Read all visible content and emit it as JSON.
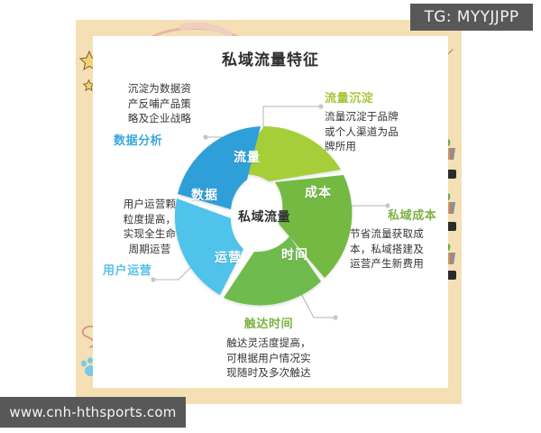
{
  "overlay": {
    "tg_badge": "TG: MYYJJPP",
    "url_watermark": "www.cnh-hthsports.com"
  },
  "poster": {
    "title": "私域流量特征",
    "center_label": "私域流量"
  },
  "chart_data": {
    "type": "pie",
    "title": "私域流量特征",
    "center_label": "私域流量",
    "layout": "donut-aperture",
    "legend": "none",
    "categories": [
      "流量",
      "成本",
      "时间",
      "运营",
      "数据"
    ],
    "values": [
      20,
      20,
      20,
      20,
      20
    ],
    "colors": [
      "#a6ce39",
      "#73b943",
      "#6fbb4e",
      "#4fc3ea",
      "#2f9fd8"
    ],
    "segments": [
      {
        "label": "流量",
        "color": "#a6ce39",
        "value": 20,
        "start_deg": 0,
        "end_deg": 72
      },
      {
        "label": "成本",
        "color": "#73b943",
        "value": 20,
        "start_deg": 72,
        "end_deg": 144
      },
      {
        "label": "时间",
        "color": "#6fbb4e",
        "value": 20,
        "start_deg": 144,
        "end_deg": 216
      },
      {
        "label": "运营",
        "color": "#4fc3ea",
        "value": 20,
        "start_deg": 216,
        "end_deg": 288
      },
      {
        "label": "数据",
        "color": "#2f9fd8",
        "value": 20,
        "start_deg": 288,
        "end_deg": 360
      }
    ]
  },
  "callouts": {
    "data_analysis": {
      "tag": "数据分析",
      "tag_color": "#3aa8e0",
      "line1": "沉淀为数据资",
      "line2": "产反哺产品策",
      "line3": "略及企业战略"
    },
    "user_operation": {
      "tag": "用户运营",
      "tag_color": "#58c0ea",
      "line1": "用户运营颗",
      "line2": "粒度提高，",
      "line3": "实现全生命",
      "line4": "周期运营"
    },
    "traffic_deposit": {
      "tag": "流量沉淀",
      "tag_color": "#a7c639",
      "line1": "流量沉淀于品牌",
      "line2": "或个人渠道为品",
      "line3": "牌所用"
    },
    "private_cost": {
      "tag": "私域成本",
      "tag_color": "#7cb342",
      "line1": "节省流量获取成",
      "line2": "本，私域搭建及",
      "line3": "运营产生新费用"
    },
    "reach_time": {
      "tag": "触达时间",
      "tag_color": "#7cb342",
      "line1": "触达灵活度提高，",
      "line2": "可根据用户情况实",
      "line3": "现随时及多次触达"
    }
  }
}
